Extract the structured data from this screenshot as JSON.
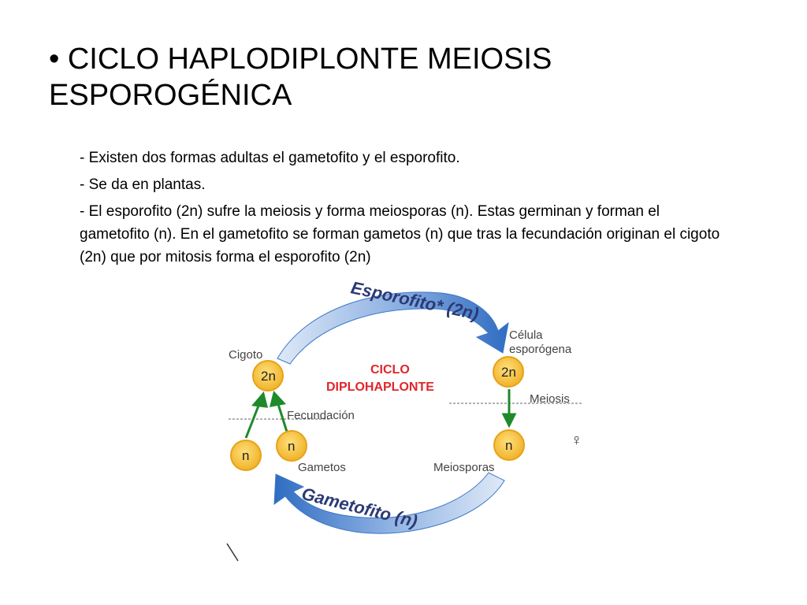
{
  "slide": {
    "title": "• CICLO HAPLODIPLONTE MEIOSIS ESPOROGÉNICA",
    "bullets": [
      "- Existen dos formas adultas el gametofito y el esporofito.",
      "- Se da en plantas.",
      "- El esporofito (2n) sufre la meiosis y forma  meiosporas (n). Estas germinan y forman el gametofito (n). En el gametofito se forman gametos (n) que tras la fecundación originan el cigoto (2n) que por mitosis forma el esporofito (2n)"
    ]
  },
  "diagram": {
    "center_title_line1": "CICLO",
    "center_title_line2": "DIPLOHAPLONTE",
    "top_arc_label": "Esporofito* (2n)",
    "bottom_arc_label": "Gametofito (n)",
    "label_cigoto": "Cigoto",
    "label_celula_line1": "Célula",
    "label_celula_line2": "esporógena",
    "label_meiosis": "Meiosis",
    "label_fecundacion": "Fecundación",
    "label_gametos": "Gametos",
    "label_meiosporas": "Meiosporas",
    "female_symbol": "♀",
    "cell_2n": "2n",
    "cell_n": "n",
    "colors": {
      "cell_fill": "#f5c242",
      "cell_stroke": "#e7a21a",
      "arc_blue": "#3b78c7",
      "arrow_green": "#1e8a2a",
      "center_red": "#e0262b"
    }
  }
}
